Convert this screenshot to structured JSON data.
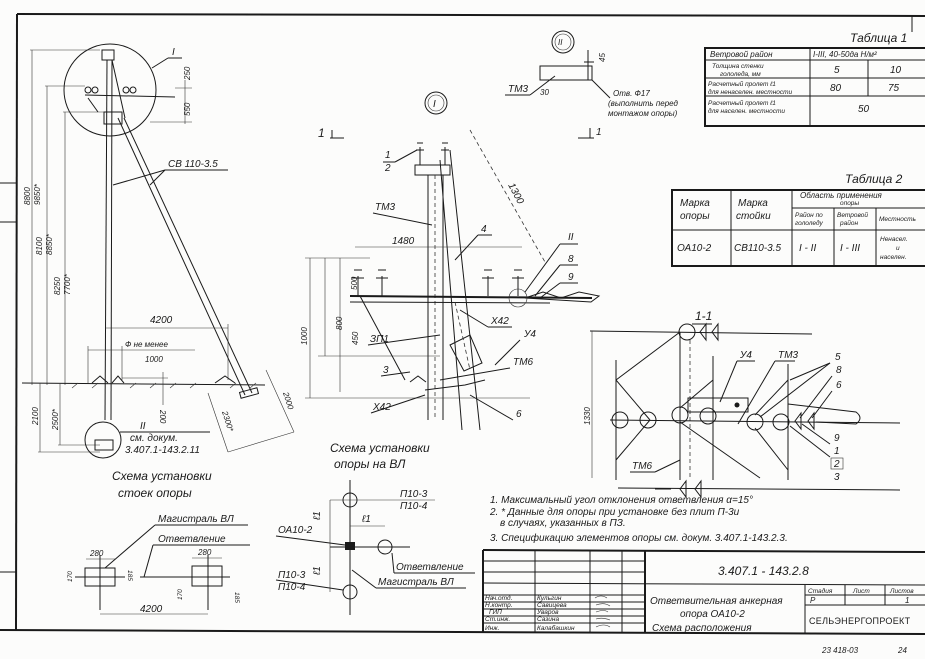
{
  "left_view": {
    "callout_I": "I",
    "post_label": "СВ 110-3.5",
    "dim_8800": "8800",
    "dim_9850": "9850*",
    "dim_8100": "8100",
    "dim_8850": "8850*",
    "dim_8250": "8250",
    "dim_7700": "7700*",
    "dim_250": "250",
    "dim_550": "550",
    "dim_4200": "4200",
    "hole_label": "Ф не менее",
    "hole_value": "1000",
    "dim_2100": "2100",
    "dim_2500": "2500*",
    "dim_200": "200",
    "dim_2300": "2300*",
    "dim_2000": "2000",
    "callout_II": "II",
    "ref_label": "см. докум.",
    "ref_doc": "3.407.1-143.2.11",
    "caption_1": "Схема установки",
    "caption_2": "стоек опоры"
  },
  "plan_view": {
    "main_line": "Магистраль ВЛ",
    "branch": "Ответвление",
    "dim_280a": "280",
    "dim_280b": "280",
    "dim_170a": "170",
    "dim_185a": "185",
    "dim_170b": "170",
    "dim_185b": "185",
    "dim_4200": "4200"
  },
  "line_scheme": {
    "caption_1": "Схема установки",
    "caption_2": "опоры на ВЛ",
    "support": "ОА10-2",
    "p_top_1": "П10-3",
    "p_top_2": "П10-4",
    "p_bot_1": "П10-3",
    "p_bot_2": "П10-4",
    "l1_a": "ℓ1",
    "l1_b": "ℓ1",
    "l1_c": "ℓ1",
    "branch": "Ответвление",
    "main_line": "Магистраль ВЛ"
  },
  "detail_I": {
    "circle": "I",
    "section_mark": "1",
    "item_1": "1",
    "item_2": "2",
    "tm3": "ТМ3",
    "dim_1300": "1300",
    "dim_1480": "1480",
    "item_4": "4",
    "item_II": "II",
    "item_8": "8",
    "item_9": "9",
    "dim_500": "500",
    "dim_800": "800",
    "dim_450": "450",
    "dim_1000": "1000",
    "x42_top": "Х42",
    "zp1": "ЗП1",
    "u4": "У4",
    "tm6": "ТМ6",
    "item_3": "3",
    "x42_bottom": "Х42",
    "item_6": "6"
  },
  "detail_II": {
    "circle": "II",
    "tm3": "ТМ3",
    "dim_30": "30",
    "dim_45": "45",
    "hole": "Отв. Ф17",
    "note_1": "(выполнить перед",
    "note_2": "монтажом опоры)",
    "section_mark": "1"
  },
  "table_1": {
    "title": "Таблица 1",
    "rows": [
      {
        "label": "Ветровой район",
        "values": [
          "I-III, 40-50да Н/м²"
        ]
      },
      {
        "label_1": "Толщина стенки",
        "label_2": "гололеда, мм",
        "values": [
          "5",
          "10"
        ]
      },
      {
        "label_1": "Расчетный пролет ℓ1",
        "label_2": "для ненаселен. местности",
        "values": [
          "80",
          "75"
        ]
      },
      {
        "label_1": "Расчетный пролет ℓ1",
        "label_2": "для населен. местности",
        "values": [
          "50"
        ]
      }
    ]
  },
  "table_2": {
    "title": "Таблица 2",
    "headers": {
      "support_1": "Марка",
      "support_2": "опоры",
      "post_1": "Марка",
      "post_2": "стойки",
      "scope_1": "Область применения",
      "scope_2": "опоры",
      "ice_1": "Район по",
      "ice_2": "гололеду",
      "wind_1": "Ветровой",
      "wind_2": "район",
      "area": "Местность"
    },
    "row": {
      "support": "ОА10-2",
      "post": "СВ110-3.5",
      "ice": "I - II",
      "wind": "I - III",
      "area_1": "Ненасел.",
      "area_2": "и",
      "area_3": "населен."
    }
  },
  "section_1_1": {
    "title": "1-1",
    "dim_1330": "1330",
    "u4": "У4",
    "tm3": "ТМ3",
    "item_5": "5",
    "item_8": "8",
    "item_6": "6",
    "item_9": "9",
    "item_1": "1",
    "item_2": "2",
    "item_3": "3",
    "tm6": "ТМ6"
  },
  "notes": [
    "1. Максимальный угол отклонения ответвления α=15°",
    "2. * Данные для опоры при установке без плит П-3и",
    "в случаях, указанных в ПЗ.",
    "3. Спецификацию элементов опоры см. докум. 3.407.1-143.2.3."
  ],
  "title_block": {
    "doc_code": "3.407.1 - 143.2.8",
    "roles": [
      {
        "role": "Нач.отд.",
        "name": "Кульгин"
      },
      {
        "role": "Н.контр.",
        "name": "Савицева"
      },
      {
        "role": "ГИП",
        "name": "Уваров"
      },
      {
        "role": "Ст.инж.",
        "name": "Сазина"
      },
      {
        "role": "Инж.",
        "name": "Калабашкин"
      }
    ],
    "title_1": "Ответвительная анкерная",
    "title_2": "опора ОА10-2",
    "title_3": "Схема расположения",
    "stage_label": "Стадия",
    "sheet_label": "Лист",
    "sheets_label": "Листов",
    "stage": "Р",
    "sheets": "1",
    "organization": "СЕЛЬЭНЕРГОПРОЕКТ",
    "inventory": "23 418-03",
    "page": "24"
  }
}
